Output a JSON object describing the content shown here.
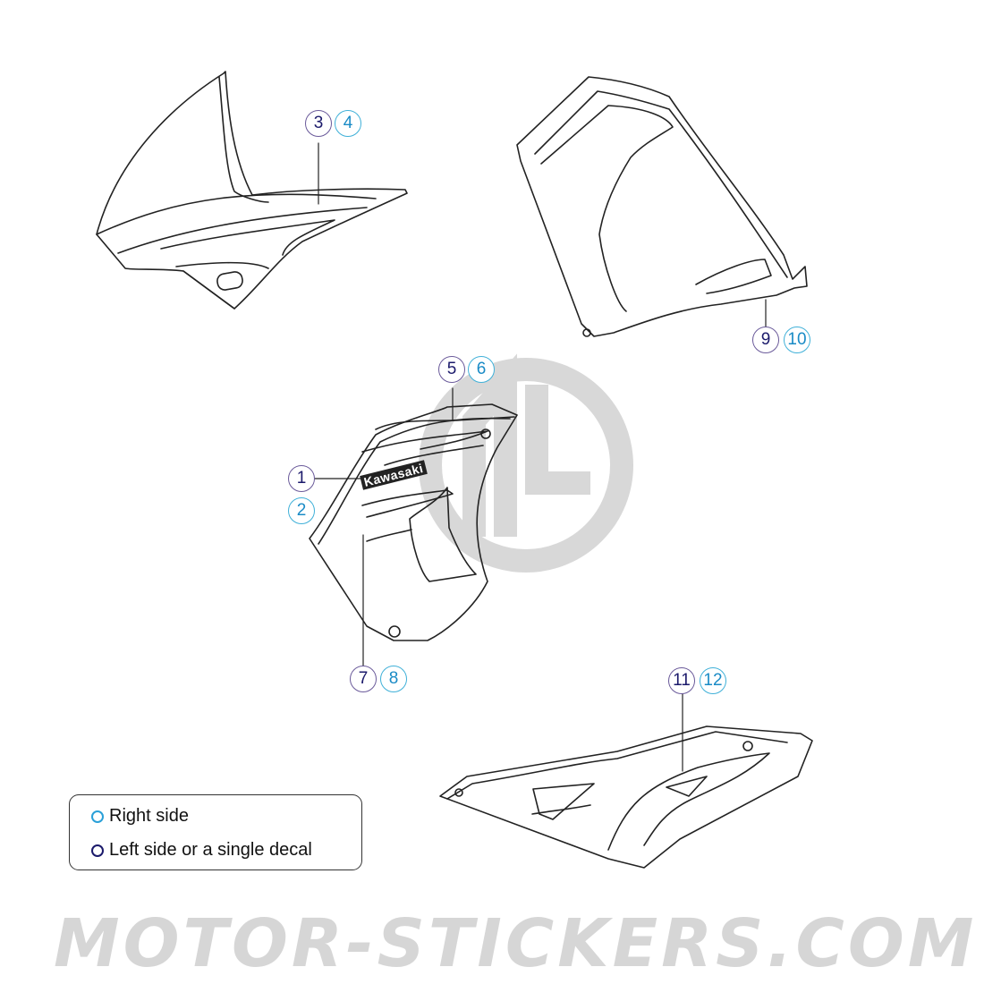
{
  "diagram": {
    "type": "decal-parts-diagram",
    "parts": [
      {
        "name": "front-fairing-upper",
        "callouts": [
          "3",
          "4"
        ]
      },
      {
        "name": "side-fairing-rear",
        "callouts": [
          "9",
          "10"
        ]
      },
      {
        "name": "radiator-shroud",
        "callouts": [
          "1",
          "2",
          "5",
          "6",
          "7",
          "8"
        ],
        "brand_text": "Kawasaki"
      },
      {
        "name": "side-cover-lower",
        "callouts": [
          "11",
          "12"
        ]
      }
    ],
    "callouts": {
      "c1": "1",
      "c2": "2",
      "c3": "3",
      "c4": "4",
      "c5": "5",
      "c6": "6",
      "c7": "7",
      "c8": "8",
      "c9": "9",
      "c10": "10",
      "c11": "11",
      "c12": "12"
    },
    "brand_text": "Kawasaki"
  },
  "legend": {
    "right_side": "Right side",
    "left_side": "Left side or a single decal"
  },
  "colors": {
    "left_side_circle": "#1b1a6b",
    "right_side_circle": "#2aa0d8",
    "line_art": "#222222",
    "watermark": "#d6d6d6"
  },
  "watermark": {
    "text": "MOTOR-STICKERS.COM",
    "logo": "MS"
  }
}
